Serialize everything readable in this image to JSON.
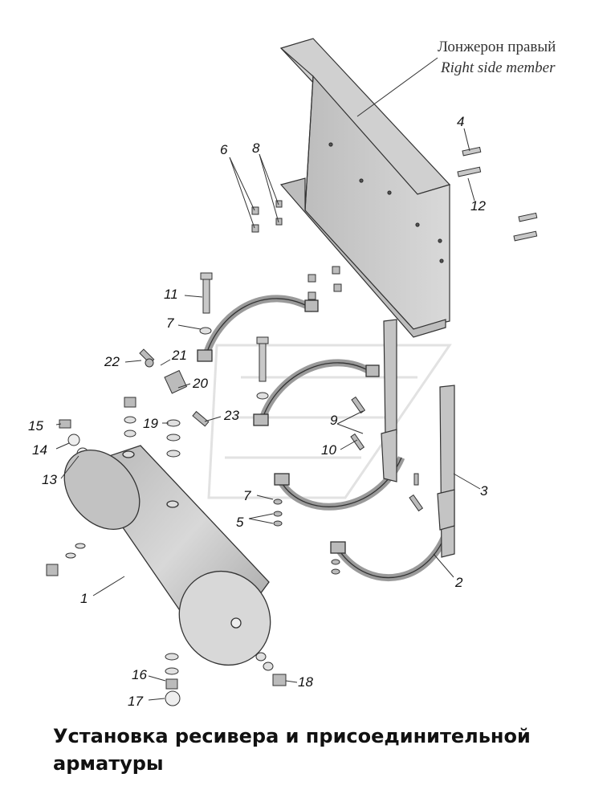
{
  "callouts": {
    "member_ru": "Лонжерон правый",
    "member_en": "Right side member"
  },
  "labels": [
    "1",
    "2",
    "3",
    "4",
    "5",
    "6",
    "7",
    "8",
    "9",
    "10",
    "11",
    "12",
    "13",
    "14",
    "15",
    "16",
    "17",
    "18",
    "19",
    "20",
    "21",
    "22",
    "23",
    "7"
  ],
  "title": {
    "line1": "Установка ресивера и присоединительной",
    "line2": "арматуры"
  },
  "colors": {
    "part_fill": "#c8c8c8",
    "part_dark": "#8a8a8a",
    "outline": "#333333"
  }
}
